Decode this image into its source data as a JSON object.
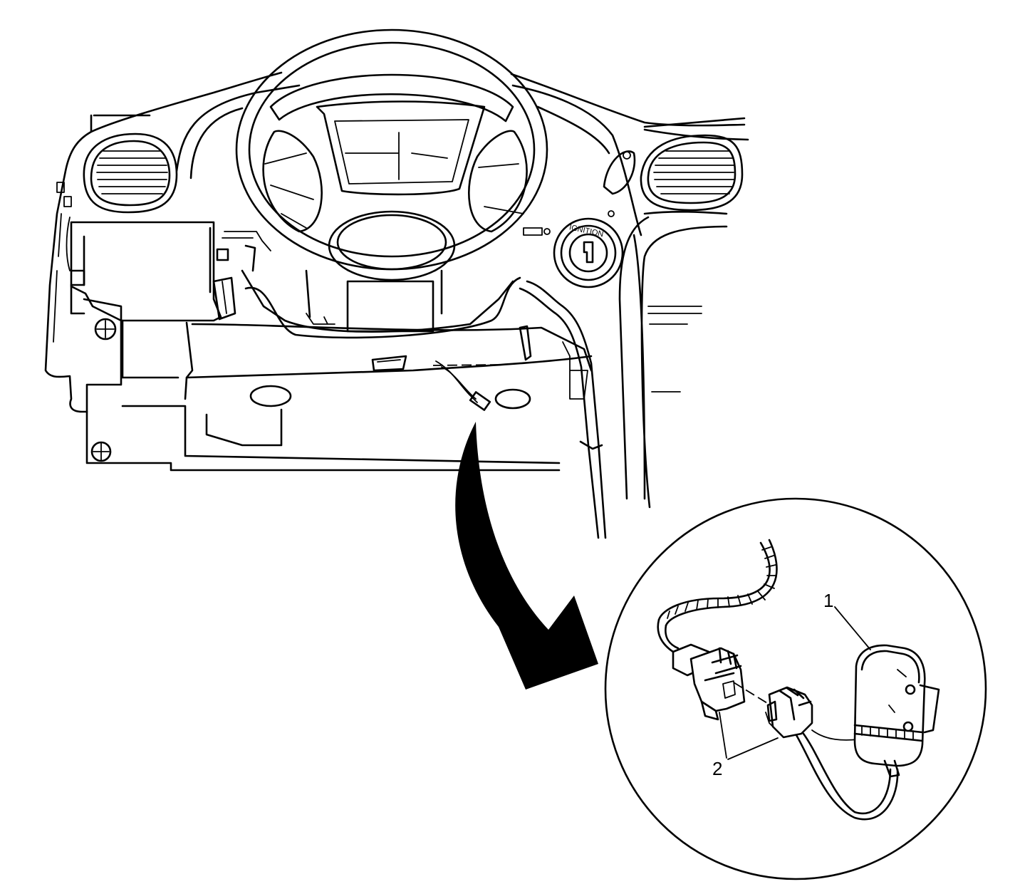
{
  "detail": {
    "callouts": [
      {
        "id": "1",
        "label": "1"
      },
      {
        "id": "2",
        "label": "2"
      }
    ]
  },
  "dashboard": {
    "ignition_label": "IGNITION"
  },
  "colors": {
    "line": "#000000",
    "background": "#ffffff"
  },
  "icons": [
    "steering-wheel-icon",
    "ignition-switch-icon",
    "arrow-icon",
    "connector-icon",
    "sensor-module-icon"
  ]
}
